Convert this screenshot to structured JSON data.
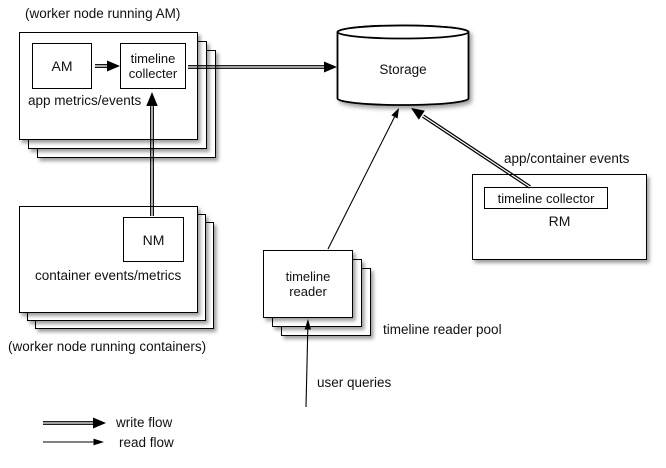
{
  "colors": {
    "ink": "#000000",
    "paper": "#ffffff",
    "text": "#111111"
  },
  "notes": {
    "worker_am": "(worker node running AM)",
    "worker_containers": "(worker node running containers)"
  },
  "worker_am_group": {
    "am_label": "AM",
    "collector_label": "timeline\ncollecter",
    "caption": "app metrics/events"
  },
  "worker_container_group": {
    "nm_label": "NM",
    "caption": "container events/metrics"
  },
  "storage": {
    "label": "Storage"
  },
  "rm_group": {
    "collector_label": "timeline collector",
    "rm_label": "RM",
    "caption": "app/container events"
  },
  "reader_group": {
    "reader_label": "timeline\nreader",
    "caption": "timeline reader pool",
    "queries_label": "user queries"
  },
  "legend": {
    "write_label": "write flow",
    "read_label": "read flow"
  }
}
